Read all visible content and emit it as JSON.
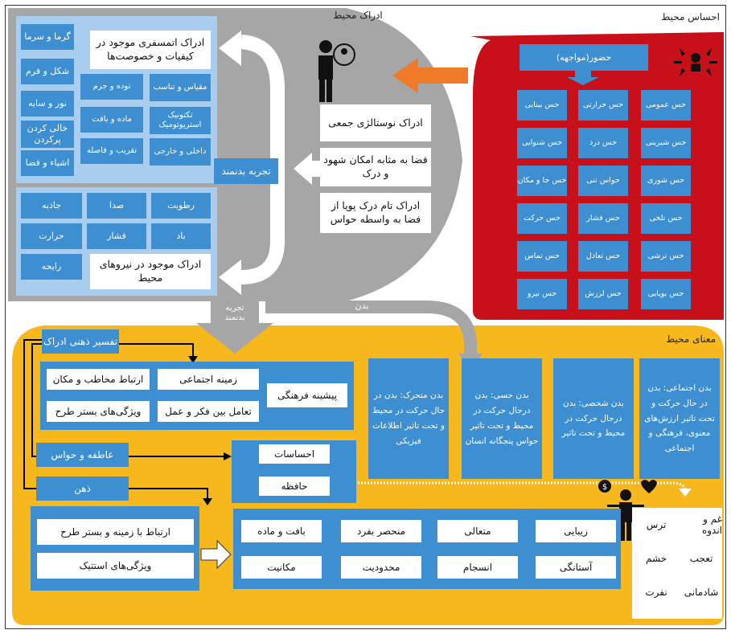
{
  "titles": {
    "sense": "احساس محیط",
    "perception": "ادراک محیط",
    "meaning": "معنای محیط"
  },
  "sense_section": {
    "presence": "حضور(مواجهه)",
    "cells": [
      [
        "حس عمومی",
        "حس حرارتی",
        "حس بینایی"
      ],
      [
        "حس شیرینی",
        "حس درد",
        "حس شنوایی"
      ],
      [
        "حس شوری",
        "حواس تنی",
        "حس جا و مکان"
      ],
      [
        "حس تلخی",
        "حس فشار",
        "حس حرکت"
      ],
      [
        "حس ترشی",
        "حس تعادل",
        "حس تماس"
      ],
      [
        "حس بویایی",
        "حس لرزش",
        "حس نیرو"
      ]
    ]
  },
  "perception_section": {
    "atmos_title": "ادراک اتمسفری موجود در کیفیات و خصوصت‌ها",
    "atmos_left": [
      "گرما و سرما",
      "شکل و فرم",
      "نور و سایه",
      "خالی کردن پرکردن",
      "اشیاء و فضا"
    ],
    "atmos_mid": [
      "توده و جرم",
      "ماده و بافت",
      "تقریب و فاصله"
    ],
    "atmos_right": [
      "مقیاس و تناسب",
      "تکتونیک استریوتومیک",
      "داخلی و خارجی"
    ],
    "embodied": "تجربه بدنمند",
    "forces_left": [
      "جاذبه",
      "حرارت",
      "رایحه"
    ],
    "forces_mid": [
      "صدا",
      "فشار"
    ],
    "forces_right": [
      "رطوبت",
      "باد"
    ],
    "forces_title": "ادراک موجود در نیروهای محیط",
    "nostalgia": "ادراک نوستالژی جمعی",
    "space_possibility": "فضا به مثابه امکان شهود و درک",
    "dynamic": "ادراک تام درک پویا از فضا به واسطه حواس"
  },
  "flows": {
    "embodied_down": "تجربه بدنمند",
    "body": "بدن"
  },
  "meaning_section": {
    "interpretation": "تفسیر ذهنی ادراک",
    "context_items": [
      "ارتباط مخاطب و مکان",
      "زمینه اجتماعی",
      "ویژگی‌های بستر طرح",
      "تعامل بین فکر و عمل",
      "پیشینه فرهنگی"
    ],
    "emotion_senses": "عاطفه و حواس",
    "feelings": "احساسات",
    "memory": "حافظه",
    "mind": "ذهن",
    "relation_context": "ارتباط با زمینه و بستر طرح",
    "aesthetic": "ویژگی‌های استتیک",
    "aesthetic_items_row1": [
      "زیبایی",
      "متعالی",
      "منحصر بفرد",
      "بافت و ماده"
    ],
    "aesthetic_items_row2": [
      "آستانگی",
      "انسجام",
      "محدودیت",
      "مکانیت"
    ],
    "bodies": [
      "بدن اجتماعی: بدن در حال حرکت و تحت تاثیر ارزش‌های معنوی، فرهنگی و اجتماعی",
      "بدن شخصی: بدن درحال حرکت در محیط و تحت تاثیر",
      "بدن حسی: بدن درحال حرکت در محیط و تحت تاثیر حواس پنجگانه انسان",
      "بدن متحرک: بدن در حال حرکت در محیط و تحت تاثیر اطلاعات فیزیکی"
    ],
    "emotions": [
      [
        "غم و اندوه",
        "ترس"
      ],
      [
        "تعجب",
        "خشم"
      ],
      [
        "شادمانی",
        "نفرت"
      ]
    ]
  },
  "colors": {
    "red": "#c8101a",
    "gray": "#a6a6a6",
    "yellow": "#f6b81c",
    "blue": "#3d8fd1",
    "light_blue": "#a8cdee",
    "orange": "#ef7a2a"
  }
}
